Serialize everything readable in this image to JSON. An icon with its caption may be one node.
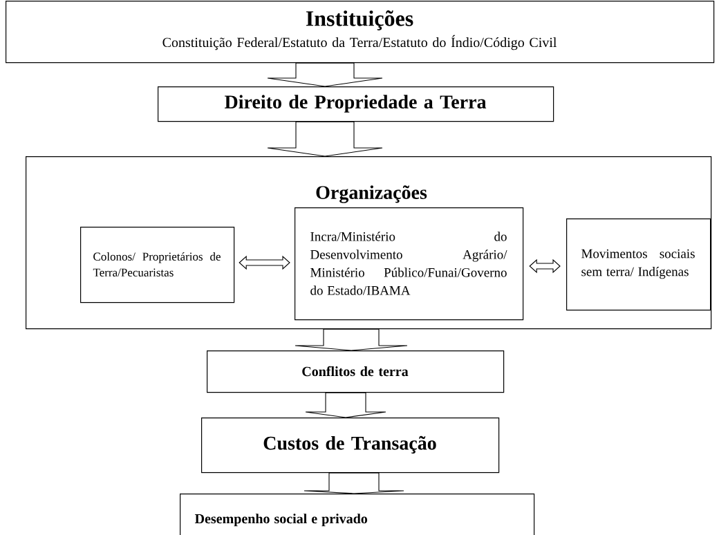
{
  "diagram": {
    "nodes": [
      {
        "text": [
          "Instituições",
          "Constituição Federal/Estatuto da Terra/Estatuto do Índio/Código Civil"
        ]
      },
      {
        "text": [
          "Direito de Propriedade a Terra"
        ]
      },
      {
        "text": [
          "Organizações"
        ]
      },
      {
        "text": [
          "Colonos/ Proprietários de Terra/Pecuaristas"
        ],
        "in": 2
      },
      {
        "text": [
          "Incra/Ministério do Desenvolvimento Agrário/ Ministério Público/Funai/Governo do Estado/IBAMA"
        ],
        "in": 2
      },
      {
        "text": [
          "Movimentos sociais sem terra/ Indígenas"
        ],
        "in": 2
      },
      {
        "text": [
          "Conflitos de terra"
        ]
      },
      {
        "text": [
          "Custos de Transação"
        ]
      },
      {
        "text": [
          "Desempenho social e privado"
        ]
      }
    ],
    "edges": [
      {
        "from": 0,
        "to": 1,
        "arrow": "to"
      },
      {
        "from": 1,
        "to": 2,
        "arrow": "to"
      },
      {
        "from": 3,
        "to": 4,
        "arrow": "both"
      },
      {
        "from": 4,
        "to": 5,
        "arrow": "both"
      },
      {
        "from": 2,
        "to": 6,
        "arrow": "to"
      },
      {
        "from": 6,
        "to": 7,
        "arrow": "to"
      },
      {
        "from": 7,
        "to": 8,
        "arrow": "to"
      }
    ]
  }
}
